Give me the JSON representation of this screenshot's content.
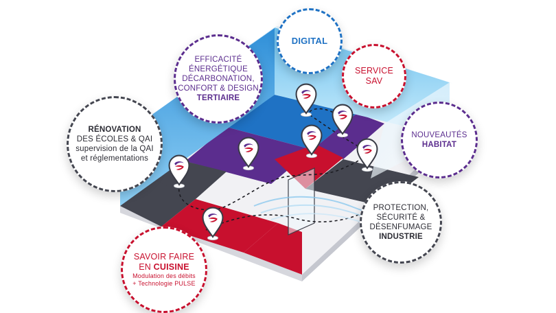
{
  "bubbles": {
    "digital": {
      "label": "DIGITAL"
    },
    "sav": {
      "line1": "SERVICE",
      "line2": "SAV"
    },
    "tertiaire": {
      "line1": "EFFICACITÉ",
      "line2": "ÉNERGÉTIQUE",
      "line3": "DÉCARBONATION,",
      "line4": "CONFORT & DESIGN",
      "line5": "TERTIAIRE"
    },
    "renovation": {
      "line1": "RÉNOVATION",
      "line2": "DES ÉCOLES & QAI",
      "line3": "supervision de la QAI",
      "line4": "et réglementations"
    },
    "habitat": {
      "line1": "NOUVEAUTÉS",
      "line2": "HABITAT"
    },
    "industrie": {
      "line1": "PROTECTION,",
      "line2": "SÉCURITÉ &",
      "line3": "DÉSENFUMAGE",
      "line4": "INDUSTRIE"
    },
    "cuisine": {
      "line1": "SAVOIR FAIRE",
      "line2a": "EN",
      "line2b": "CUISINE",
      "line3": "Modulation des débits",
      "line4": "+ Technologie PULSE"
    }
  },
  "colors": {
    "blue": "#1f72c4",
    "red": "#c8102e",
    "purple": "#5b2d8e",
    "dark": "#444650",
    "wall": "#56b4e9"
  },
  "icons": [
    "map-pin-icon",
    "swirl-logo-icon"
  ]
}
